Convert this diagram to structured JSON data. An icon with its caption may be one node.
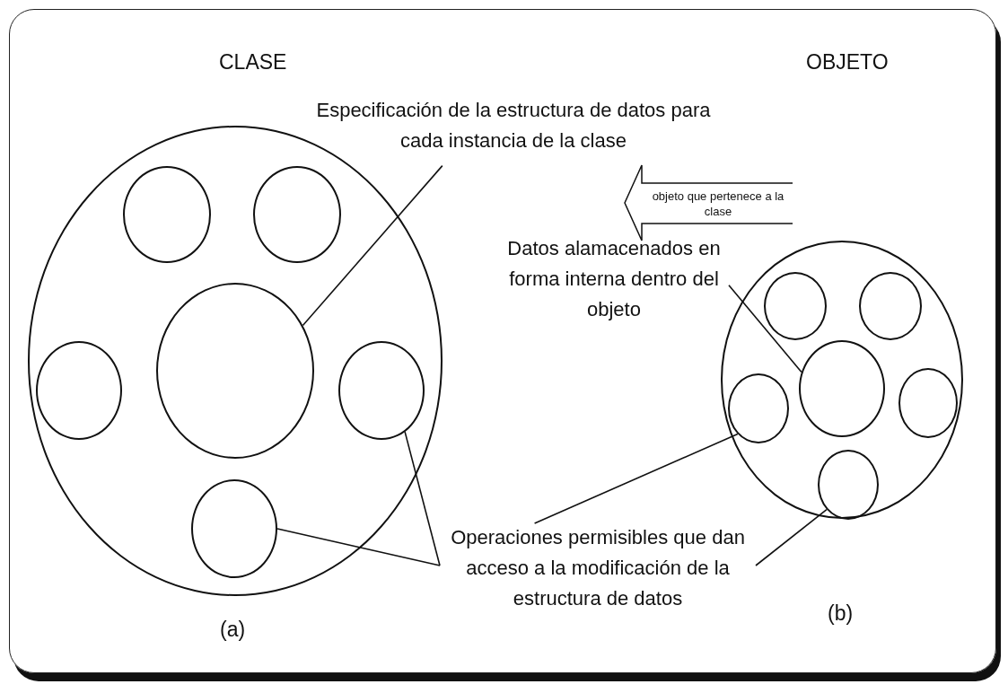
{
  "diagram": {
    "nodes": [
      {
        "text": [],
        "shape": "circle",
        "beside": [
          "(a)"
        ]
      },
      {
        "text": [],
        "shape": "circle",
        "in": 0
      },
      {
        "text": [],
        "shape": "circle",
        "in": 0
      },
      {
        "text": [],
        "shape": "circle",
        "in": 0
      },
      {
        "text": [],
        "shape": "circle",
        "in": 0
      },
      {
        "text": [],
        "shape": "circle",
        "in": 0
      },
      {
        "text": [],
        "shape": "circle",
        "in": 0
      },
      {
        "text": [],
        "shape": "circle"
      },
      {
        "text": [],
        "shape": "circle",
        "in": 7
      },
      {
        "text": [],
        "shape": "circle",
        "in": 7
      },
      {
        "text": [],
        "shape": "circle",
        "in": 7
      },
      {
        "text": [],
        "shape": "circle",
        "in": 7
      },
      {
        "text": [],
        "shape": "circle",
        "in": 7
      },
      {
        "text": [],
        "shape": "circle",
        "in": 7
      },
      {
        "text": [
          "Especificación de la estructura de datos para cada instancia de la clase"
        ]
      },
      {
        "text": [
          "objeto que pertenece a la clase"
        ]
      },
      {
        "text": [
          "Datos alamacenados en forma interna dentro del objeto"
        ]
      },
      {
        "text": [
          "Operaciones permisibles que dan acceso a la modificación de la estructura de datos"
        ]
      }
    ],
    "edges": [
      {
        "from": 14,
        "to": 4,
        "arrow": "none"
      },
      {
        "from": 16,
        "to": 11,
        "arrow": "none"
      },
      {
        "from": 17,
        "to": 6,
        "arrow": "none"
      },
      {
        "from": 17,
        "to": 5,
        "arrow": "none"
      },
      {
        "from": 17,
        "to": 10,
        "arrow": "none"
      },
      {
        "from": 17,
        "to": 13,
        "arrow": "none"
      }
    ],
    "labels": [
      "CLASE",
      "OBJETO",
      "(b)"
    ]
  }
}
